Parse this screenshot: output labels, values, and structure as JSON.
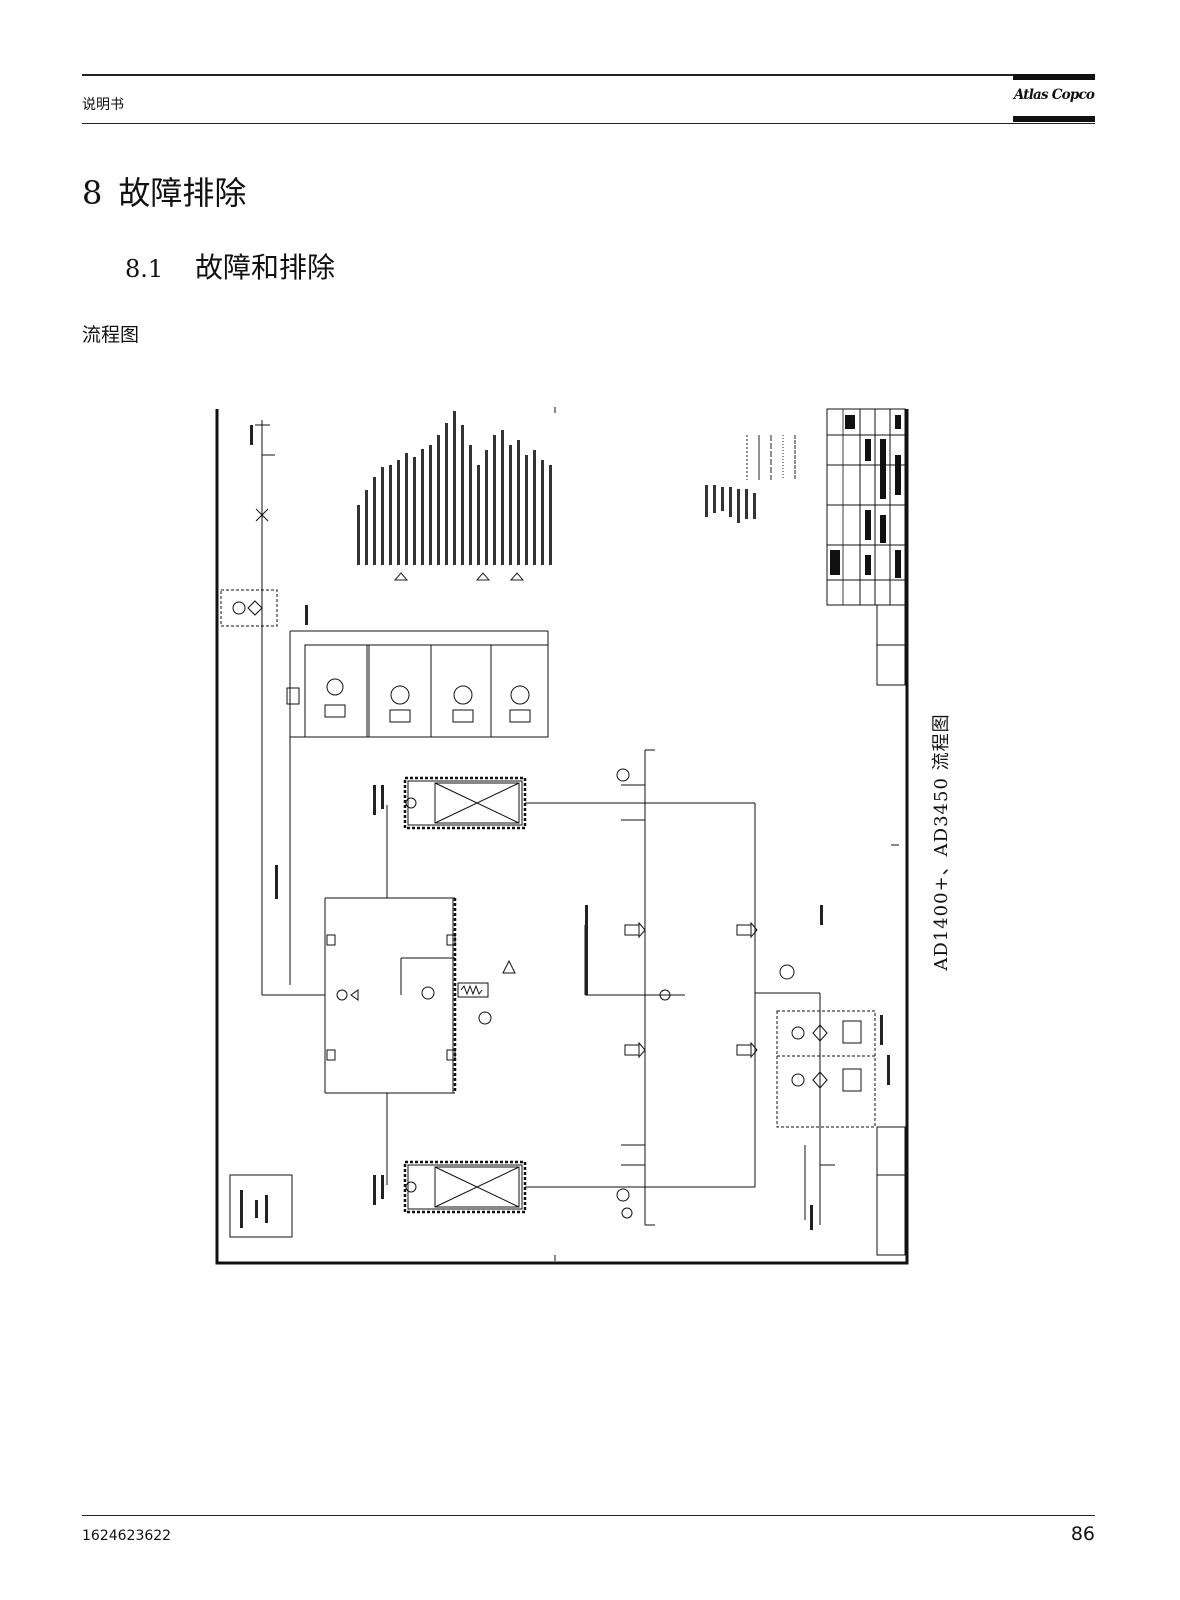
{
  "header": {
    "doc_label": "说明书",
    "brand": "Atlas Copco"
  },
  "section": {
    "number": "8",
    "title": "故障排除"
  },
  "subsection": {
    "number": "8.1",
    "title": "故障和排除"
  },
  "figure": {
    "heading": "流程图",
    "caption": "AD1400+、AD3450 流程图"
  },
  "footer": {
    "doc_number": "1624623622",
    "page_number": "86"
  }
}
